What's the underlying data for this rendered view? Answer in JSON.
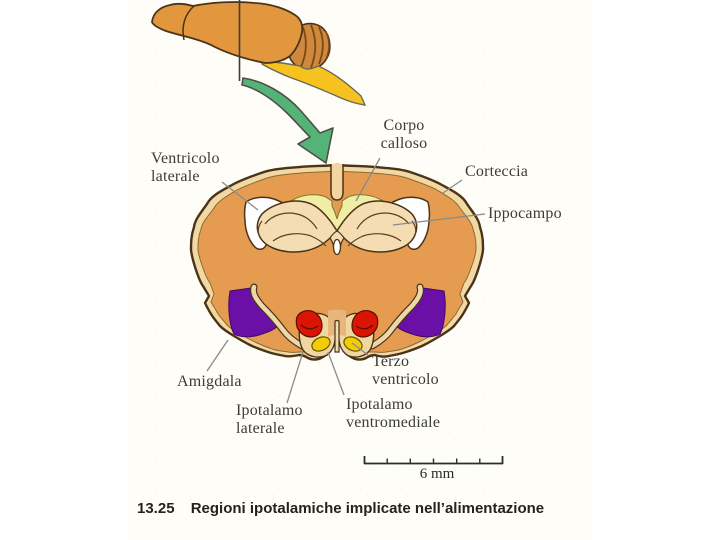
{
  "figure": {
    "caption_number": "13.25",
    "caption_text": "Regioni ipotalamiche implicate nell’alimentazione",
    "scale_bar_label": "6 mm",
    "scale_bar_mm": 6,
    "description": "Coronal section of a rat brain showing hypothalamic regions involved in feeding, with a lateral brain view above indicating the section plane"
  },
  "labels": {
    "ventricolo_laterale": {
      "line1": "Ventricolo",
      "line2": "laterale"
    },
    "corpo_calloso": {
      "line1": "Corpo",
      "line2": "calloso"
    },
    "corteccia": {
      "text": "Corteccia"
    },
    "ippocampo": {
      "text": "Ippocampo"
    },
    "amigdala": {
      "text": "Amigdala"
    },
    "terzo_ventricolo": {
      "line1": "Terzo",
      "line2": "ventricolo"
    },
    "ipotalamo_laterale": {
      "line1": "Ipotalamo",
      "line2": "laterale"
    },
    "ipotalamo_ventromediale": {
      "line1": "Ipotalamo",
      "line2": "ventromediale"
    }
  },
  "colors": {
    "brain_orange": "#e2973f",
    "cerebellum_orange": "#d0883c",
    "section_orange": "#e59b50",
    "rim_cream": "#f2d8a2",
    "outline_brown": "#4a3318",
    "corpus_callosum_yellow": "#f0eda4",
    "hippocampus_cream": "#f4ddb2",
    "ventricle_white": "#ffffff",
    "amygdala_purple": "#6a10a6",
    "lh_red": "#da1505",
    "vmh_yellow": "#f2cd06",
    "brainstem_yellow": "#f5c220",
    "arrow_green": "#54b478",
    "leader_gray": "#8a8a8a",
    "page_bg": "#fefdf6"
  }
}
